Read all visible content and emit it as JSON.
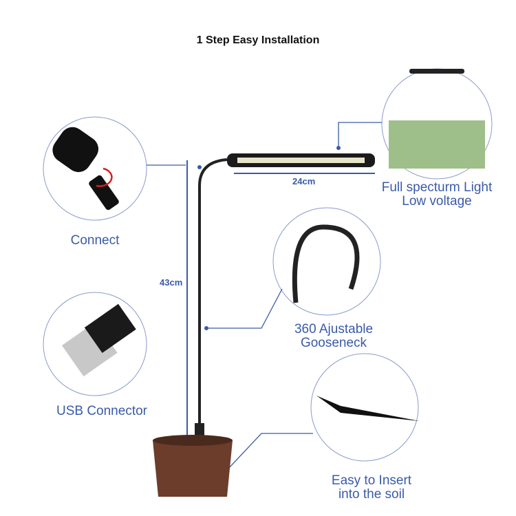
{
  "title": "1 Step Easy Installation",
  "labels": {
    "connect": "Connect",
    "usb": "USB Connector",
    "light_1": "Full specturm Light",
    "light_2": "Low voltage",
    "goose_1": "360 Ajustable",
    "goose_2": "Gooseneck",
    "soil_1": "Easy to Insert",
    "soil_2": "into the soil"
  },
  "dimensions": {
    "width": "24cm",
    "height": "43cm"
  },
  "colors": {
    "accent": "#3a5aa8",
    "arrow": "#d62020"
  }
}
